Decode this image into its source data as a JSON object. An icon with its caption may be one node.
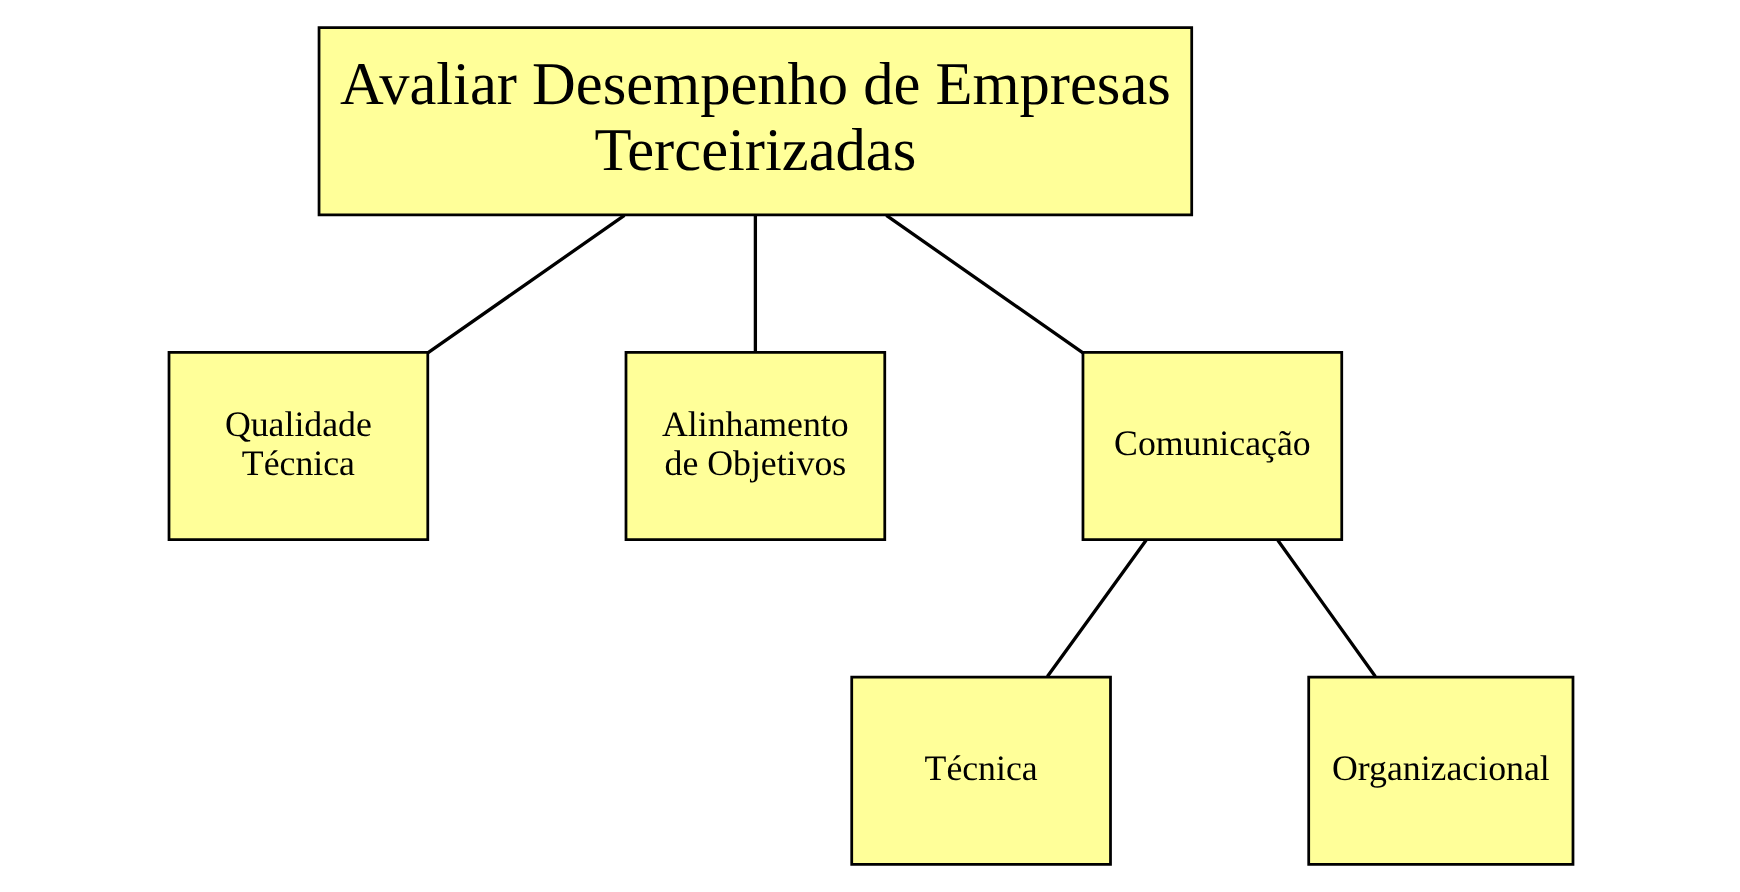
{
  "diagram": {
    "nodes": [
      {
        "text": [
          "Avaliar Desempenho de Empresas Terceirizadas"
        ]
      },
      {
        "text": [
          "Qualidade Técnica"
        ]
      },
      {
        "text": [
          "Alinhamento de Objetivos"
        ]
      },
      {
        "text": [
          "Comunicação"
        ]
      },
      {
        "text": [
          "Técnica"
        ]
      },
      {
        "text": [
          "Organizacional"
        ]
      }
    ],
    "edges": [
      {
        "from": 0,
        "to": 1,
        "arrow": "none"
      },
      {
        "from": 0,
        "to": 2,
        "arrow": "none"
      },
      {
        "from": 0,
        "to": 3,
        "arrow": "none"
      },
      {
        "from": 3,
        "to": 4,
        "arrow": "none"
      },
      {
        "from": 3,
        "to": 5,
        "arrow": "none"
      }
    ]
  }
}
